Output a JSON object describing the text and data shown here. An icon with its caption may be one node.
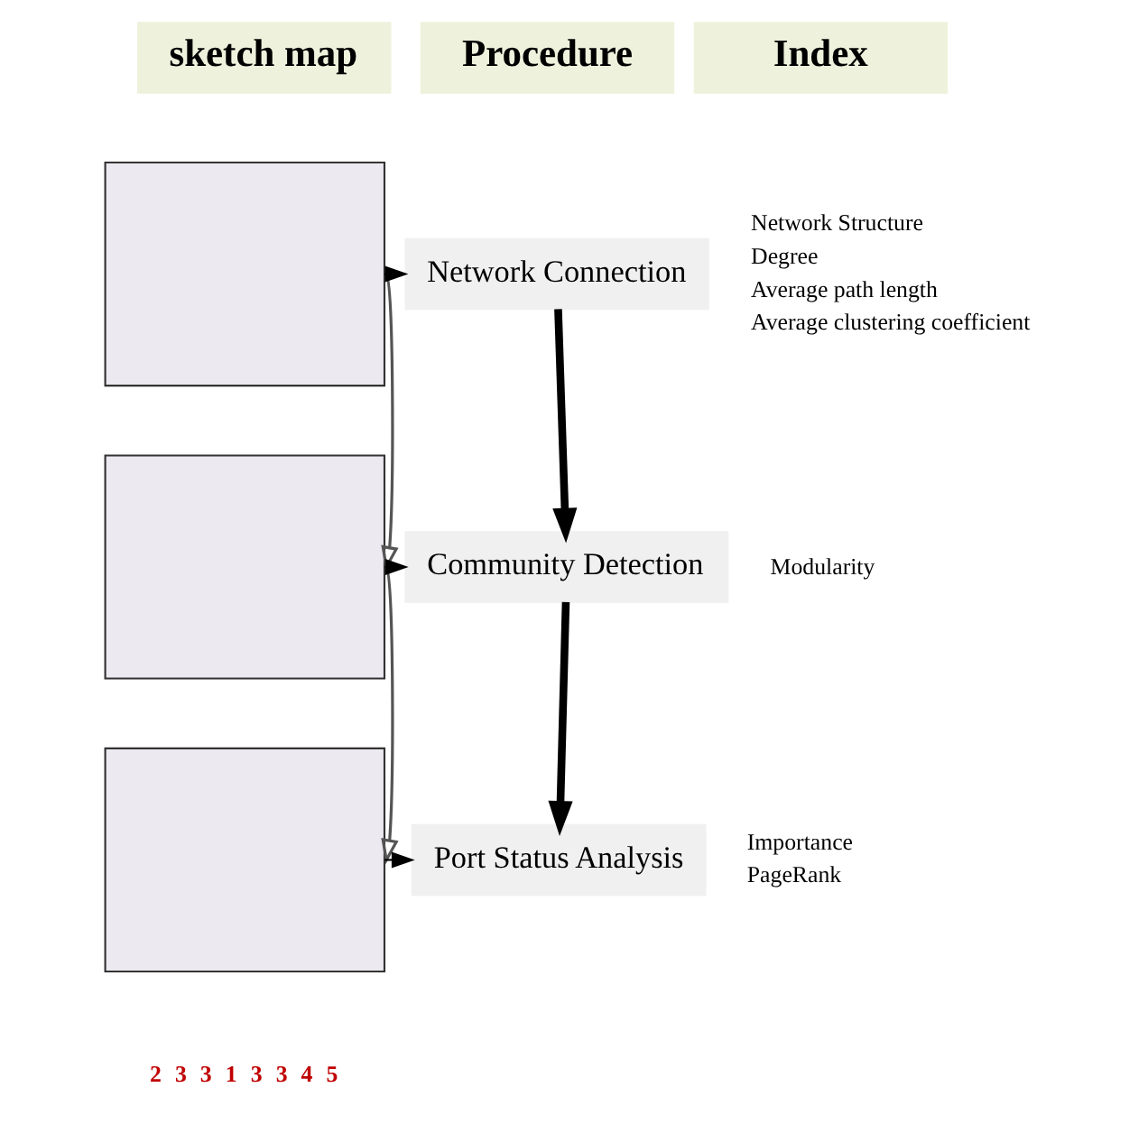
{
  "diagram": {
    "nodes": [
      {
        "text": [
          "sketch map"
        ]
      },
      {
        "text": [
          "Procedure"
        ]
      },
      {
        "text": [
          "Index"
        ]
      },
      {
        "text": [],
        "shape": "box"
      },
      {
        "text": [],
        "shape": "box"
      },
      {
        "text": [],
        "shape": "box"
      },
      {
        "text": [
          "Network Connection"
        ],
        "beside": [
          "Network Structure",
          "Degree",
          "Average path length",
          "Average clustering coefficient"
        ]
      },
      {
        "text": [
          "Community Detection"
        ],
        "beside": [
          "Modularity"
        ]
      },
      {
        "text": [
          "Port Status Analysis"
        ],
        "beside": [
          "Importance",
          "PageRank"
        ]
      }
    ],
    "edges": [
      {
        "from": 3,
        "to": 6,
        "arrow": "to"
      },
      {
        "from": 6,
        "to": 7,
        "arrow": "to",
        "style": "thick"
      },
      {
        "from": 3,
        "to": 4,
        "arrow": "to"
      },
      {
        "from": 4,
        "to": 7,
        "arrow": "to"
      },
      {
        "from": 7,
        "to": 8,
        "arrow": "to",
        "style": "thick"
      },
      {
        "from": 4,
        "to": 5,
        "arrow": "to"
      },
      {
        "from": 5,
        "to": 8,
        "arrow": "to"
      }
    ],
    "labels": [
      "2",
      "3",
      "3",
      "1",
      "3",
      "3",
      "4",
      "5"
    ]
  }
}
